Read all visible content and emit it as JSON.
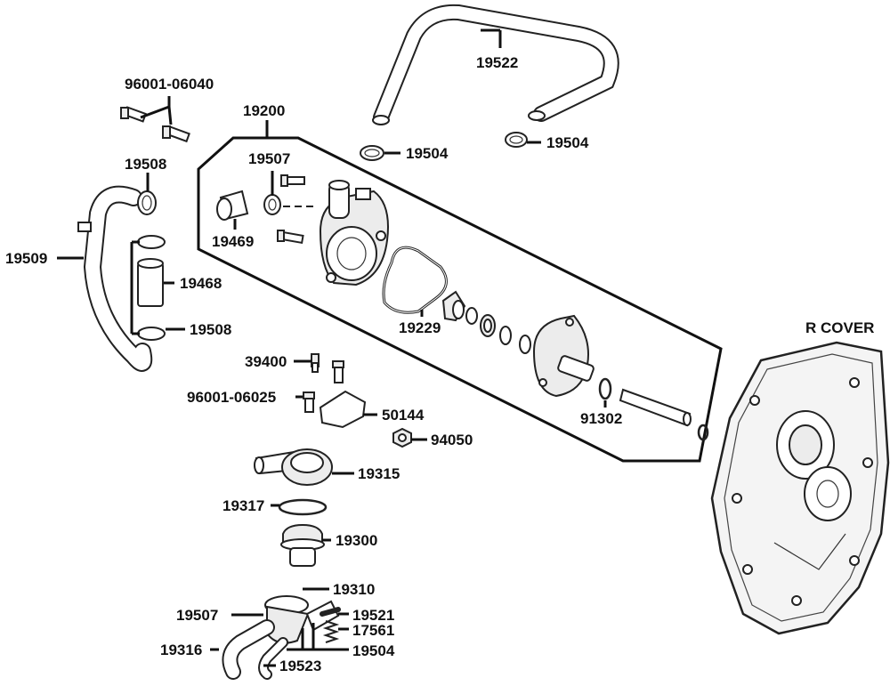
{
  "callouts": {
    "c1": "96001-06040",
    "c2": "19200",
    "c3": "19522",
    "c4": "19504",
    "c5": "19504",
    "c6": "19508",
    "c7": "19507",
    "c8": "19469",
    "c9": "19509",
    "c10": "19468",
    "c11": "19508",
    "c12": "19229",
    "c13": "R COVER",
    "c14": "39400",
    "c15": "96001-06025",
    "c16": "50144",
    "c17": "91302",
    "c18": "94050",
    "c19": "19315",
    "c20": "19317",
    "c21": "19300",
    "c22": "19310",
    "c23": "19507",
    "c24": "19521",
    "c25": "17561",
    "c26": "19316",
    "c27": "19504",
    "c28": "19523"
  }
}
